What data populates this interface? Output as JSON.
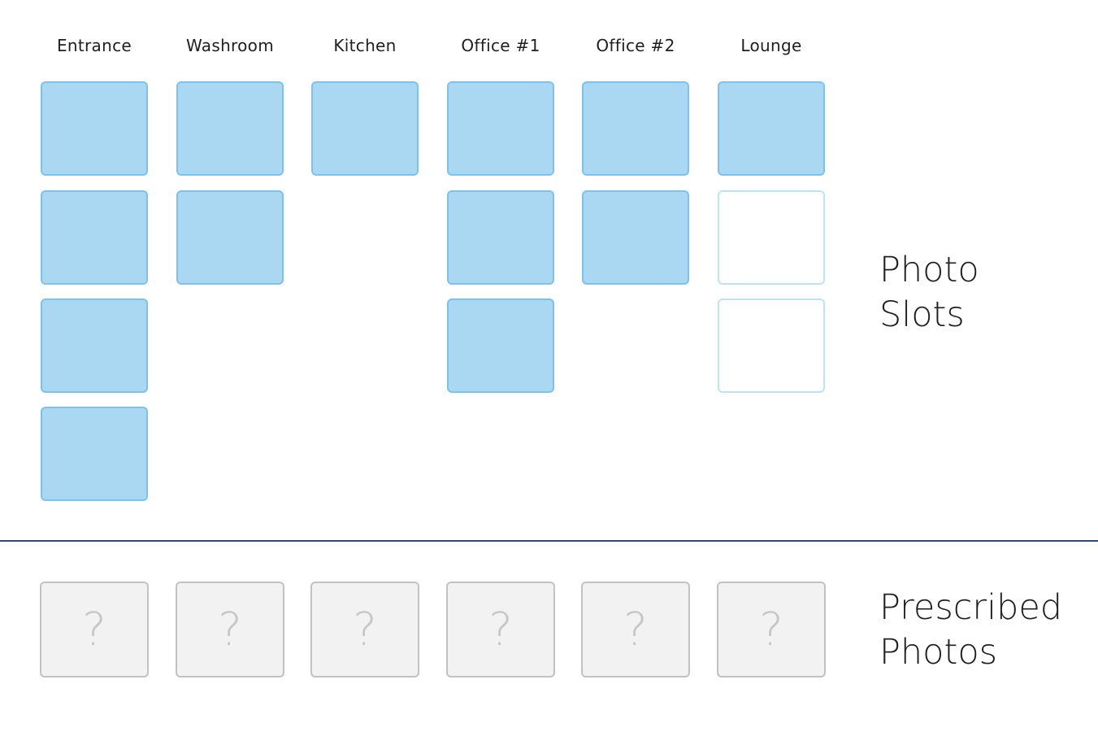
{
  "photo_slots": {
    "columns": [
      {
        "label": "Entrance",
        "slots": [
          "filled",
          "filled",
          "filled",
          "filled"
        ]
      },
      {
        "label": "Washroom",
        "slots": [
          "filled",
          "filled"
        ]
      },
      {
        "label": "Kitchen",
        "slots": [
          "filled"
        ]
      },
      {
        "label": "Office #1",
        "slots": [
          "filled",
          "filled",
          "filled"
        ]
      },
      {
        "label": "Office #2",
        "slots": [
          "filled",
          "filled"
        ]
      },
      {
        "label": "Lounge",
        "slots": [
          "filled",
          "empty",
          "empty"
        ]
      }
    ],
    "label_line1": "Photo",
    "label_line2": "Slots"
  },
  "prescribed_photos": {
    "items": [
      {
        "glyph": "?"
      },
      {
        "glyph": "?"
      },
      {
        "glyph": "?"
      },
      {
        "glyph": "?"
      },
      {
        "glyph": "?"
      },
      {
        "glyph": "?"
      }
    ],
    "label_line1": "Prescribed",
    "label_line2": "Photos"
  },
  "colors": {
    "slot_filled": "#aad8f2",
    "slot_filled_border": "#7cc2ea",
    "slot_empty_border": "#bfe2f5",
    "placeholder_bg": "#f2f2f2",
    "placeholder_border": "#c2c2c2",
    "divider": "#2c4f78"
  }
}
